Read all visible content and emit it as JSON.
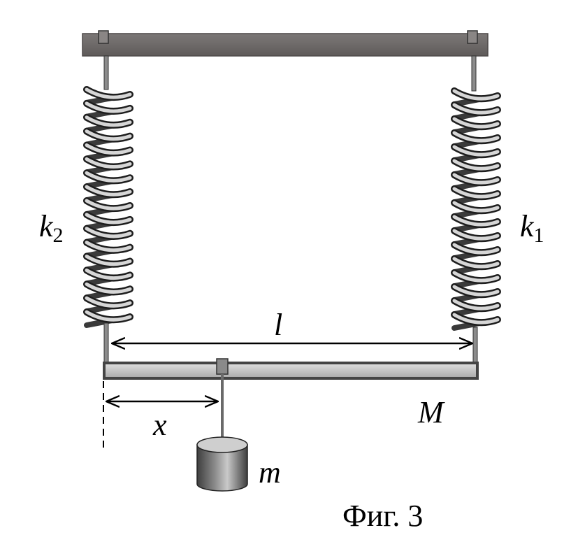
{
  "labels": {
    "spring_left": {
      "base": "k",
      "sub": "2"
    },
    "spring_right": {
      "base": "k",
      "sub": "1"
    },
    "length": "l",
    "distance": "x",
    "rod_mass": "M",
    "load_mass": "m",
    "caption": "Фиг. 3"
  },
  "colors": {
    "ceiling": "#6e6a69",
    "rod_fill": "#c8c8c8",
    "rod_edge": "#444444",
    "spring_dark": "#3a3a3a",
    "spring_light": "#d9d9d9",
    "weight_dark": "#4a4a4a",
    "weight_light": "#bdbdbd",
    "line": "#000000"
  }
}
